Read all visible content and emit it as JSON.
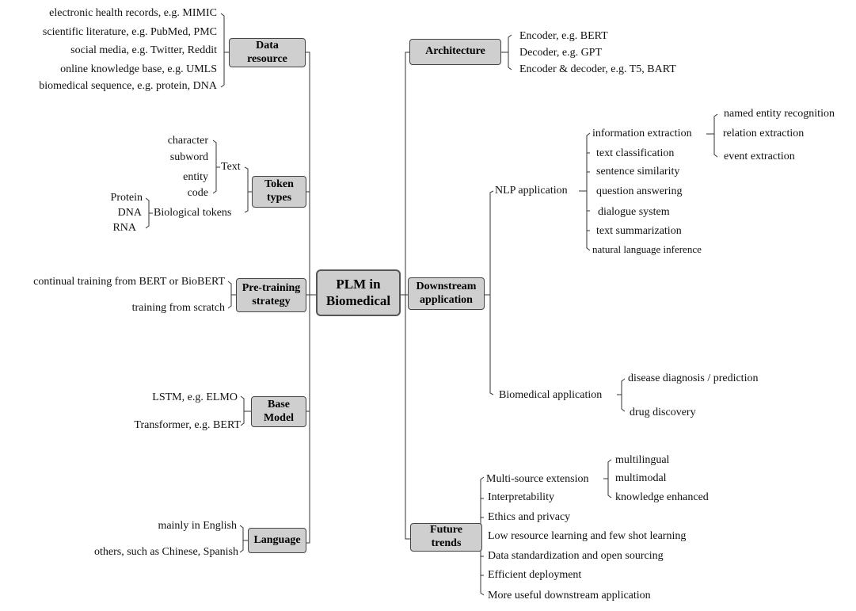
{
  "center": "PLM in\nBiomedical",
  "left": {
    "data_resource": {
      "label": "Data\nresource",
      "items": [
        "electronic health records, e.g. MIMIC",
        "scientific literature, e.g. PubMed, PMC",
        "social media, e.g. Twitter, Reddit",
        "online knowledge base, e.g. UMLS",
        "biomedical sequence, e.g. protein, DNA"
      ]
    },
    "token_types": {
      "label": "Token\ntypes",
      "text_label": "Text",
      "text_items": [
        "character",
        "subword",
        "entity",
        "code"
      ],
      "bio_label": "Biological tokens",
      "bio_items": [
        "Protein",
        "DNA",
        "RNA"
      ]
    },
    "pretraining": {
      "label": "Pre-training\nstrategy",
      "items": [
        "continual training from BERT or BioBERT",
        "training from scratch"
      ]
    },
    "base_model": {
      "label": "Base\nModel",
      "items": [
        "LSTM, e.g. ELMO",
        "Transformer, e.g. BERT"
      ]
    },
    "language": {
      "label": "Language",
      "items": [
        "mainly in English",
        "others, such as Chinese, Spanish"
      ]
    }
  },
  "right": {
    "architecture": {
      "label": "Architecture",
      "items": [
        "Encoder, e.g. BERT",
        "Decoder, e.g. GPT",
        "Encoder & decoder, e.g. T5, BART"
      ]
    },
    "downstream": {
      "label": "Downstream\napplication",
      "nlp": {
        "label": "NLP application",
        "ie_label": "information extraction",
        "ie_items": [
          "named entity recognition",
          "relation extraction",
          "event extraction"
        ],
        "items": [
          "text classification",
          "sentence similarity",
          "question answering",
          "dialogue system",
          "text summarization",
          "natural language inference"
        ]
      },
      "bio": {
        "label": "Biomedical application",
        "items": [
          "disease diagnosis / prediction",
          "drug discovery"
        ]
      }
    },
    "future": {
      "label": "Future\ntrends",
      "mse_label": "Multi-source extension",
      "mse_items": [
        "multilingual",
        "multimodal",
        "knowledge enhanced"
      ],
      "items": [
        "Interpretability",
        "Ethics and privacy",
        "Low resource learning and few shot learning",
        "Data standardization and open sourcing",
        "Efficient deployment",
        "More useful downstream application"
      ]
    }
  }
}
